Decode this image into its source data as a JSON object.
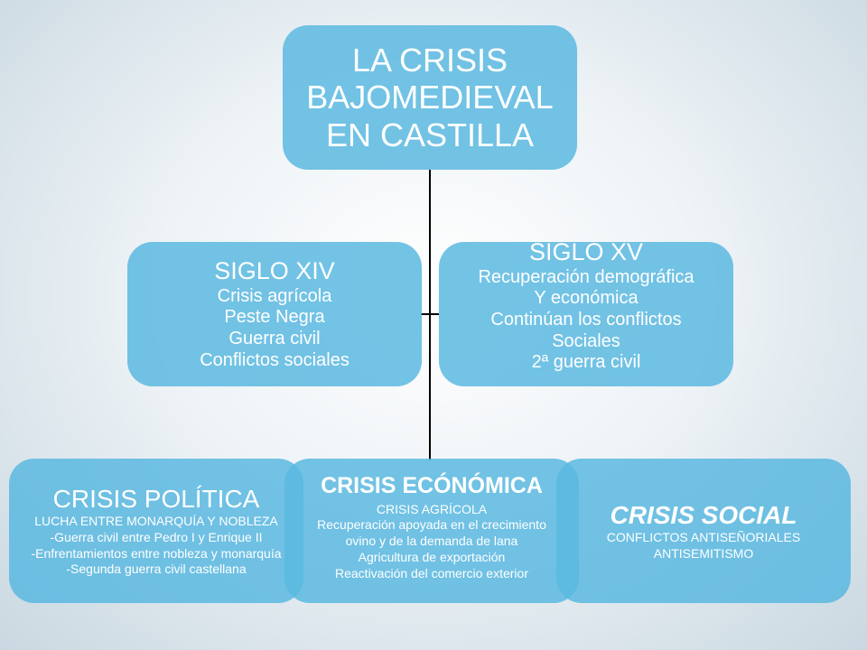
{
  "root": {
    "lines": [
      "LA CRISIS",
      "BAJOMEDIEVAL",
      "EN CASTILLA"
    ]
  },
  "siglo_xiv": {
    "title": "SIGLO XIV",
    "items": [
      "Crisis agrícola",
      "Peste Negra",
      "Guerra civil",
      "Conflictos sociales"
    ]
  },
  "siglo_xv": {
    "title": "SIGLO XV",
    "items": [
      "Recuperación demográfica",
      "Y económica",
      "Continúan los conflictos",
      "Sociales",
      "2ª guerra civil"
    ]
  },
  "politica": {
    "title": "CRISIS POLÍTICA",
    "items": [
      "LUCHA ENTRE MONARQUÍA  Y NOBLEZA",
      "-Guerra civil entre Pedro I y Enrique II",
      "-Enfrentamientos entre nobleza y monarquía",
      "-Segunda guerra civil castellana"
    ]
  },
  "economica": {
    "title": "CRISIS ECÓNÓMICA",
    "items": [
      "CRISIS AGRÍCOLA",
      "Recuperación apoyada en el crecimiento",
      "ovino y de la demanda de lana",
      "Agricultura  de exportación",
      "Reactivación del comercio exterior"
    ]
  },
  "social": {
    "title": "CRISIS SOCIAL",
    "items": [
      "CONFLICTOS ANTISEÑORIALES",
      "ANTISEMITISMO"
    ]
  }
}
